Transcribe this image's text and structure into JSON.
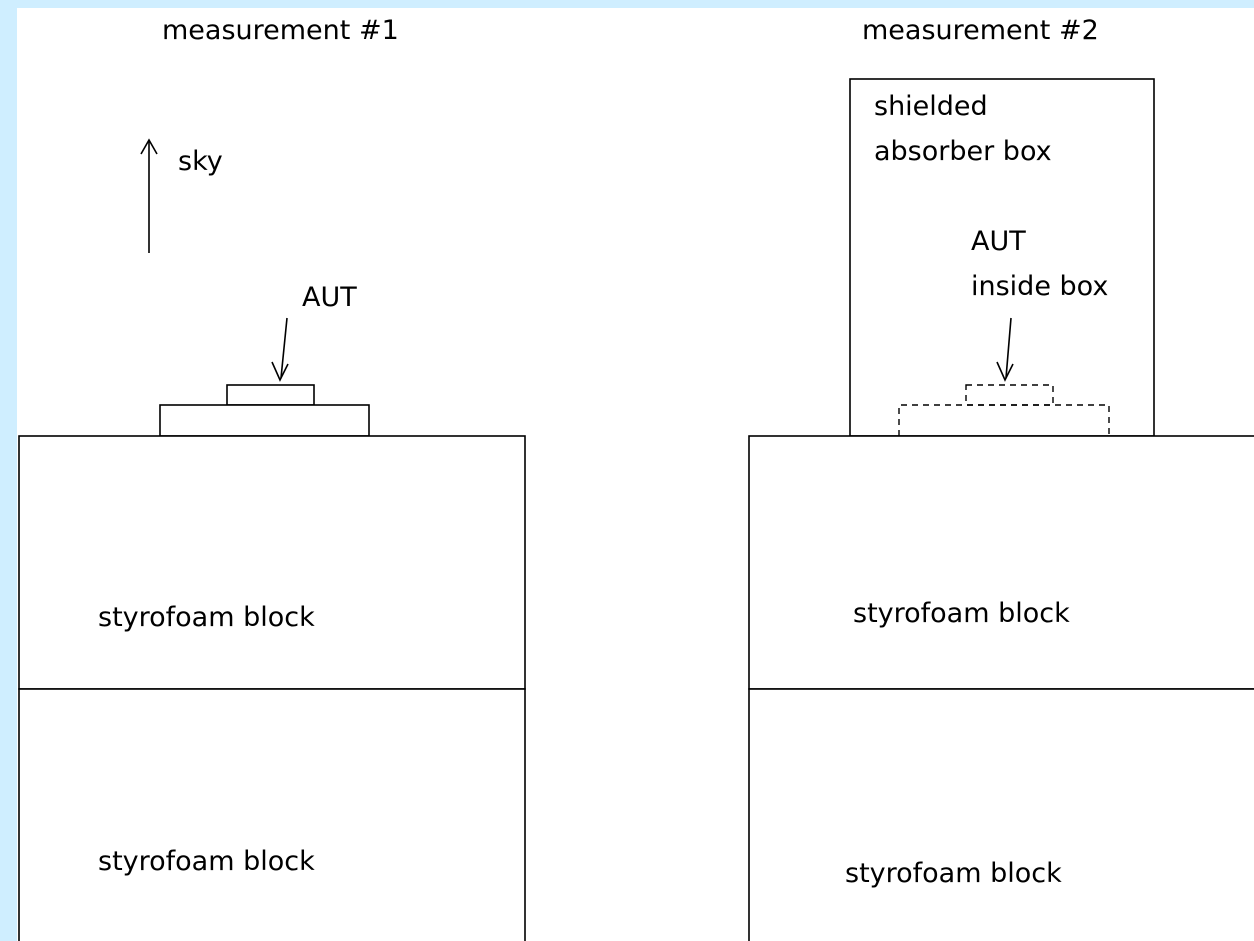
{
  "colors": {
    "frame": "#cfeeff",
    "ink": "#000000",
    "paper": "#ffffff"
  },
  "measurement1": {
    "title": "measurement #1",
    "sky_label": "sky",
    "aut_label": "AUT",
    "upper_block_label": "styrofoam block",
    "lower_block_label": "styrofoam block"
  },
  "measurement2": {
    "title": "measurement #2",
    "box_label_line1": "shielded",
    "box_label_line2": "absorber box",
    "aut_label_line1": "AUT",
    "aut_label_line2": "inside box",
    "upper_block_label": "styrofoam block",
    "lower_block_label": "styrofoam block"
  },
  "icons": [
    "up-arrow-icon",
    "down-arrow-icon"
  ]
}
